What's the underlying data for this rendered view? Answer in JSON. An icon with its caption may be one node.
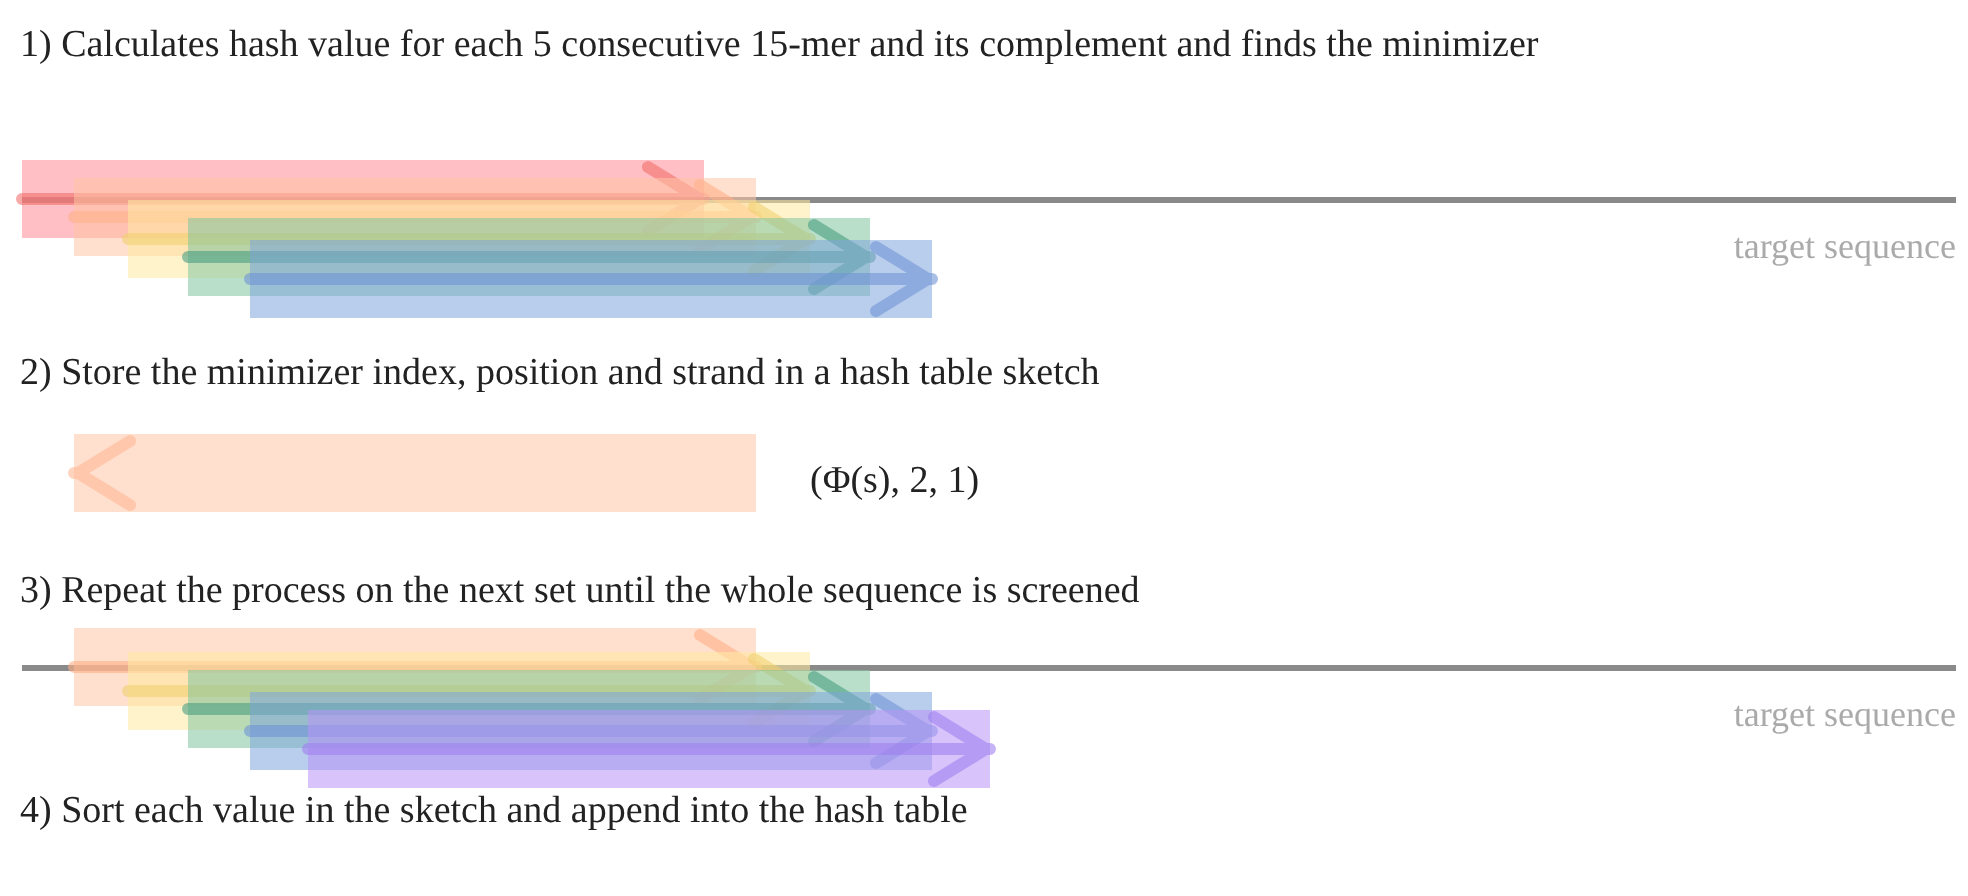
{
  "diagram": {
    "labels": [
      "1) Calculates hash value for each 5 consecutive 15-mer and its complement and finds the minimizer",
      "target sequence",
      "2) Store the minimizer index, position and strand in a hash table sketch",
      "(Φ(s), 2, 1)",
      "3) Repeat the process on the next set until the whole sequence is screened",
      "target sequence",
      "4) Sort each value in the sketch and append into the hash table"
    ]
  }
}
